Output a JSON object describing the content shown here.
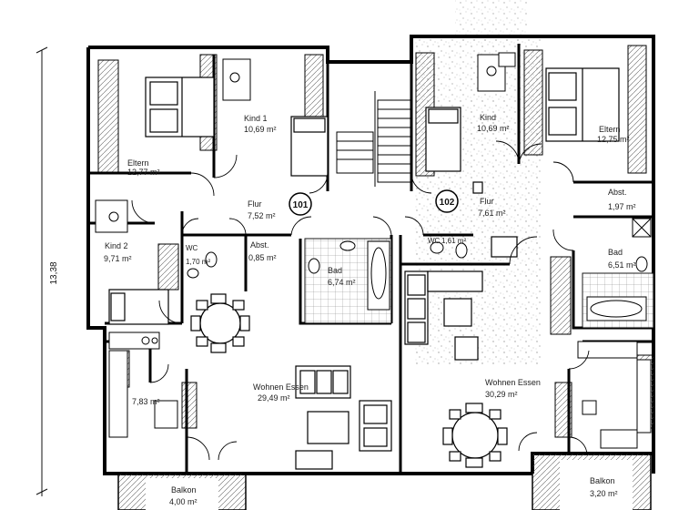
{
  "dimension": "13,38",
  "units": [
    "101",
    "102"
  ],
  "rooms": {
    "eltern_left": {
      "name": "Eltern",
      "area": "12,77 m²"
    },
    "kind1": {
      "name": "Kind 1",
      "area": "10,69 m²"
    },
    "kind_right": {
      "name": "Kind",
      "area": "10,69 m²"
    },
    "eltern_right": {
      "name": "Eltern",
      "area": "12,75 m²"
    },
    "flur_left": {
      "name": "Flur",
      "area": "7,52 m²"
    },
    "flur_right": {
      "name": "Flur",
      "area": "7,61 m²"
    },
    "abst_right": {
      "name": "Abst.",
      "area": "1,97 m²"
    },
    "kind2": {
      "name": "Kind 2",
      "area": "9,71 m²"
    },
    "wc_left": {
      "name": "WC",
      "area": "1,70 m²"
    },
    "abst_left": {
      "name": "Abst.",
      "area": "0,85 m²"
    },
    "bad_left": {
      "name": "Bad",
      "area": "6,74 m²"
    },
    "wc_right": {
      "name": "WC",
      "area": "1,61 m²"
    },
    "bad_right": {
      "name": "Bad",
      "area": "6,51 m²"
    },
    "kueche_left": {
      "name": "",
      "area": "7,83 m²"
    },
    "wohnen_left": {
      "name": "Wohnen Essen",
      "area": "29,49 m²"
    },
    "wohnen_right": {
      "name": "Wohnen Essen",
      "area": "30,29 m²"
    },
    "balkon_left": {
      "name": "Balkon",
      "area": "4,00 m²"
    },
    "balkon_right": {
      "name": "Balkon",
      "area": "3,20 m²"
    }
  }
}
